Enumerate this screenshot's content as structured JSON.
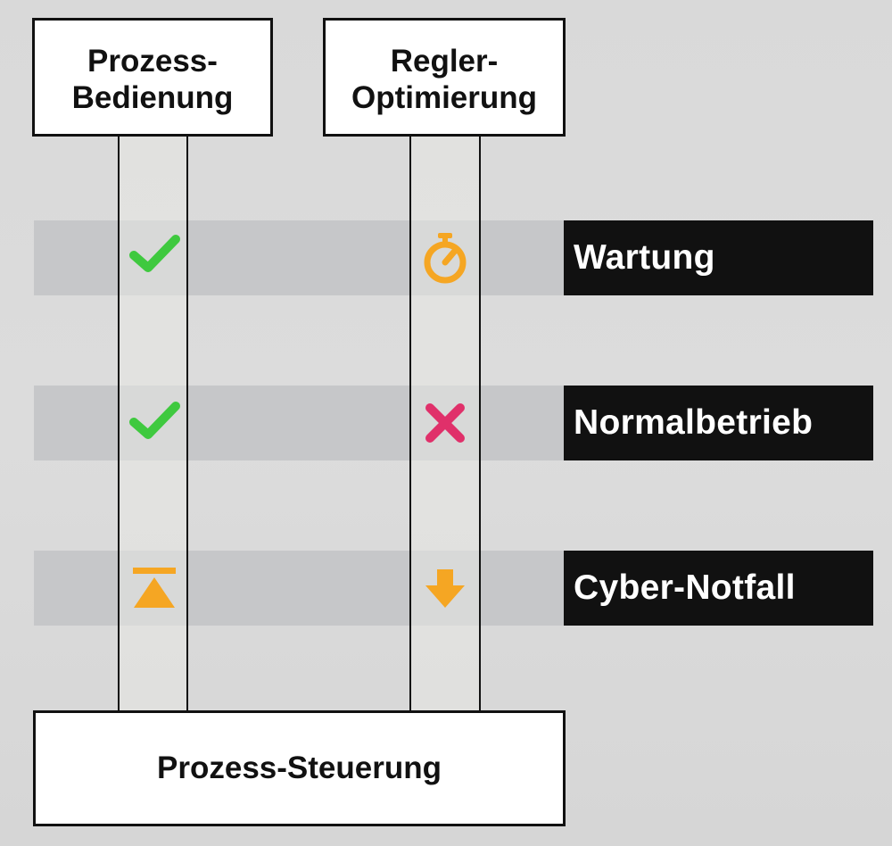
{
  "columns": [
    {
      "line1": "Prozess-",
      "line2": "Bedienung"
    },
    {
      "line1": "Regler-",
      "line2": "Optimierung"
    }
  ],
  "base": {
    "label": "Prozess-Steuerung"
  },
  "states": [
    {
      "label": "Wartung",
      "bedienung_icon": "check-icon",
      "optimierung_icon": "stopwatch-icon"
    },
    {
      "label": "Normalbetrieb",
      "bedienung_icon": "check-icon",
      "optimierung_icon": "cross-icon"
    },
    {
      "label": "Cyber-Notfall",
      "bedienung_icon": "hourglass-icon",
      "optimierung_icon": "arrow-down-icon"
    }
  ],
  "colors": {
    "check": "#3fc93f",
    "cross": "#e0306a",
    "warning": "#f5a623",
    "label_bg": "#111111",
    "band": "#c6c7c9"
  }
}
